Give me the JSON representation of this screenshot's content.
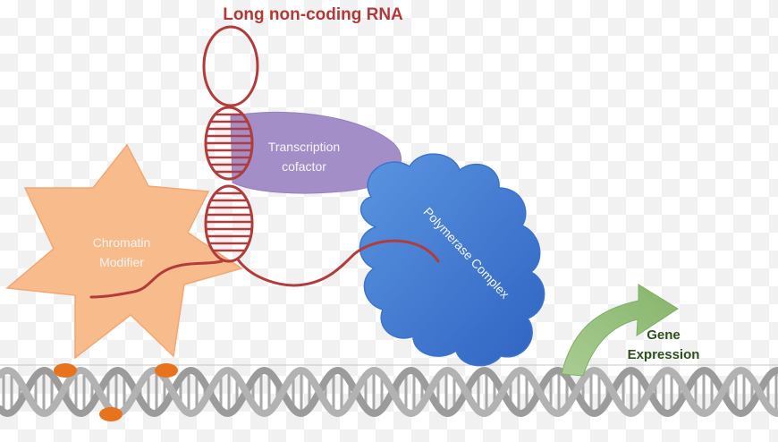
{
  "title": "Long non-coding RNA",
  "labels": {
    "cofactor_line1": "Transcription",
    "cofactor_line2": "cofactor",
    "modifier_line1": "Chromatin",
    "modifier_line2": "Modifier",
    "polymerase": "Polymerase Complex",
    "gene_line1": "Gene",
    "gene_line2": "Expression"
  },
  "colors": {
    "rna": "#b23b3b",
    "cofactor": "#9e8ac4",
    "polymerase": "#4a86d8",
    "modifier": "#f5b98a",
    "arrow": "#9bc183",
    "dna": "#9b9b9b",
    "marks": "#e8731e"
  }
}
